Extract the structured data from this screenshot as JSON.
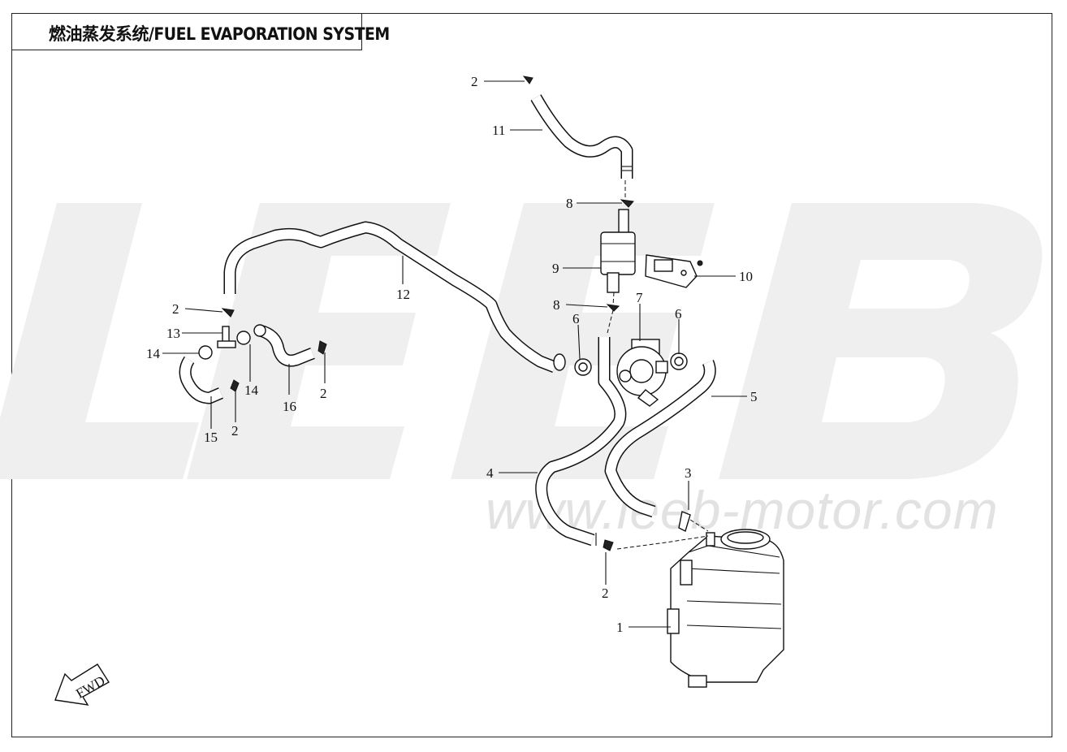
{
  "title": "燃油蒸发系统/FUEL EVAPORATION SYSTEM",
  "watermark": {
    "brand": "LEEB",
    "url": "www.leeb-motor.com"
  },
  "fwd_badge": "FWD",
  "callouts": {
    "c1": "1",
    "c2a": "2",
    "c2b": "2",
    "c2c": "2",
    "c2d": "2",
    "c2e": "2",
    "c3": "3",
    "c4": "4",
    "c5": "5",
    "c6a": "6",
    "c6b": "6",
    "c7": "7",
    "c8a": "8",
    "c8b": "8",
    "c9": "9",
    "c10": "10",
    "c11": "11",
    "c12": "12",
    "c13": "13",
    "c14a": "14",
    "c14b": "14",
    "c15": "15",
    "c16": "16"
  }
}
